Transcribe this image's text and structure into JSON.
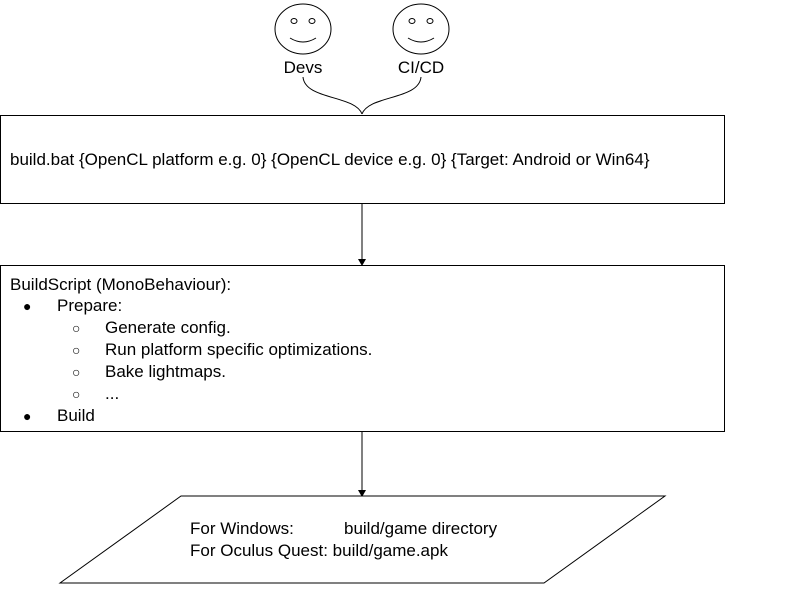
{
  "actors": [
    {
      "label": "Devs"
    },
    {
      "label": "CI/CD"
    }
  ],
  "command_box": {
    "text": "build.bat {OpenCL platform e.g. 0} {OpenCL device e.g. 0} {Target: Android or Win64}"
  },
  "script_box": {
    "title": "BuildScript (MonoBehaviour):",
    "items": [
      {
        "label": "Prepare:",
        "subitems": [
          "Generate config.",
          "Run platform specific optimizations.",
          "Bake lightmaps.",
          "..."
        ]
      },
      {
        "label": "Build"
      }
    ],
    "bullet_l1": "●",
    "bullet_l2": "○"
  },
  "output_box": {
    "windows_key": "For Windows:",
    "windows_value": "build/game directory",
    "quest_key": "For Oculus Quest:",
    "quest_value": "build/game.apk"
  }
}
